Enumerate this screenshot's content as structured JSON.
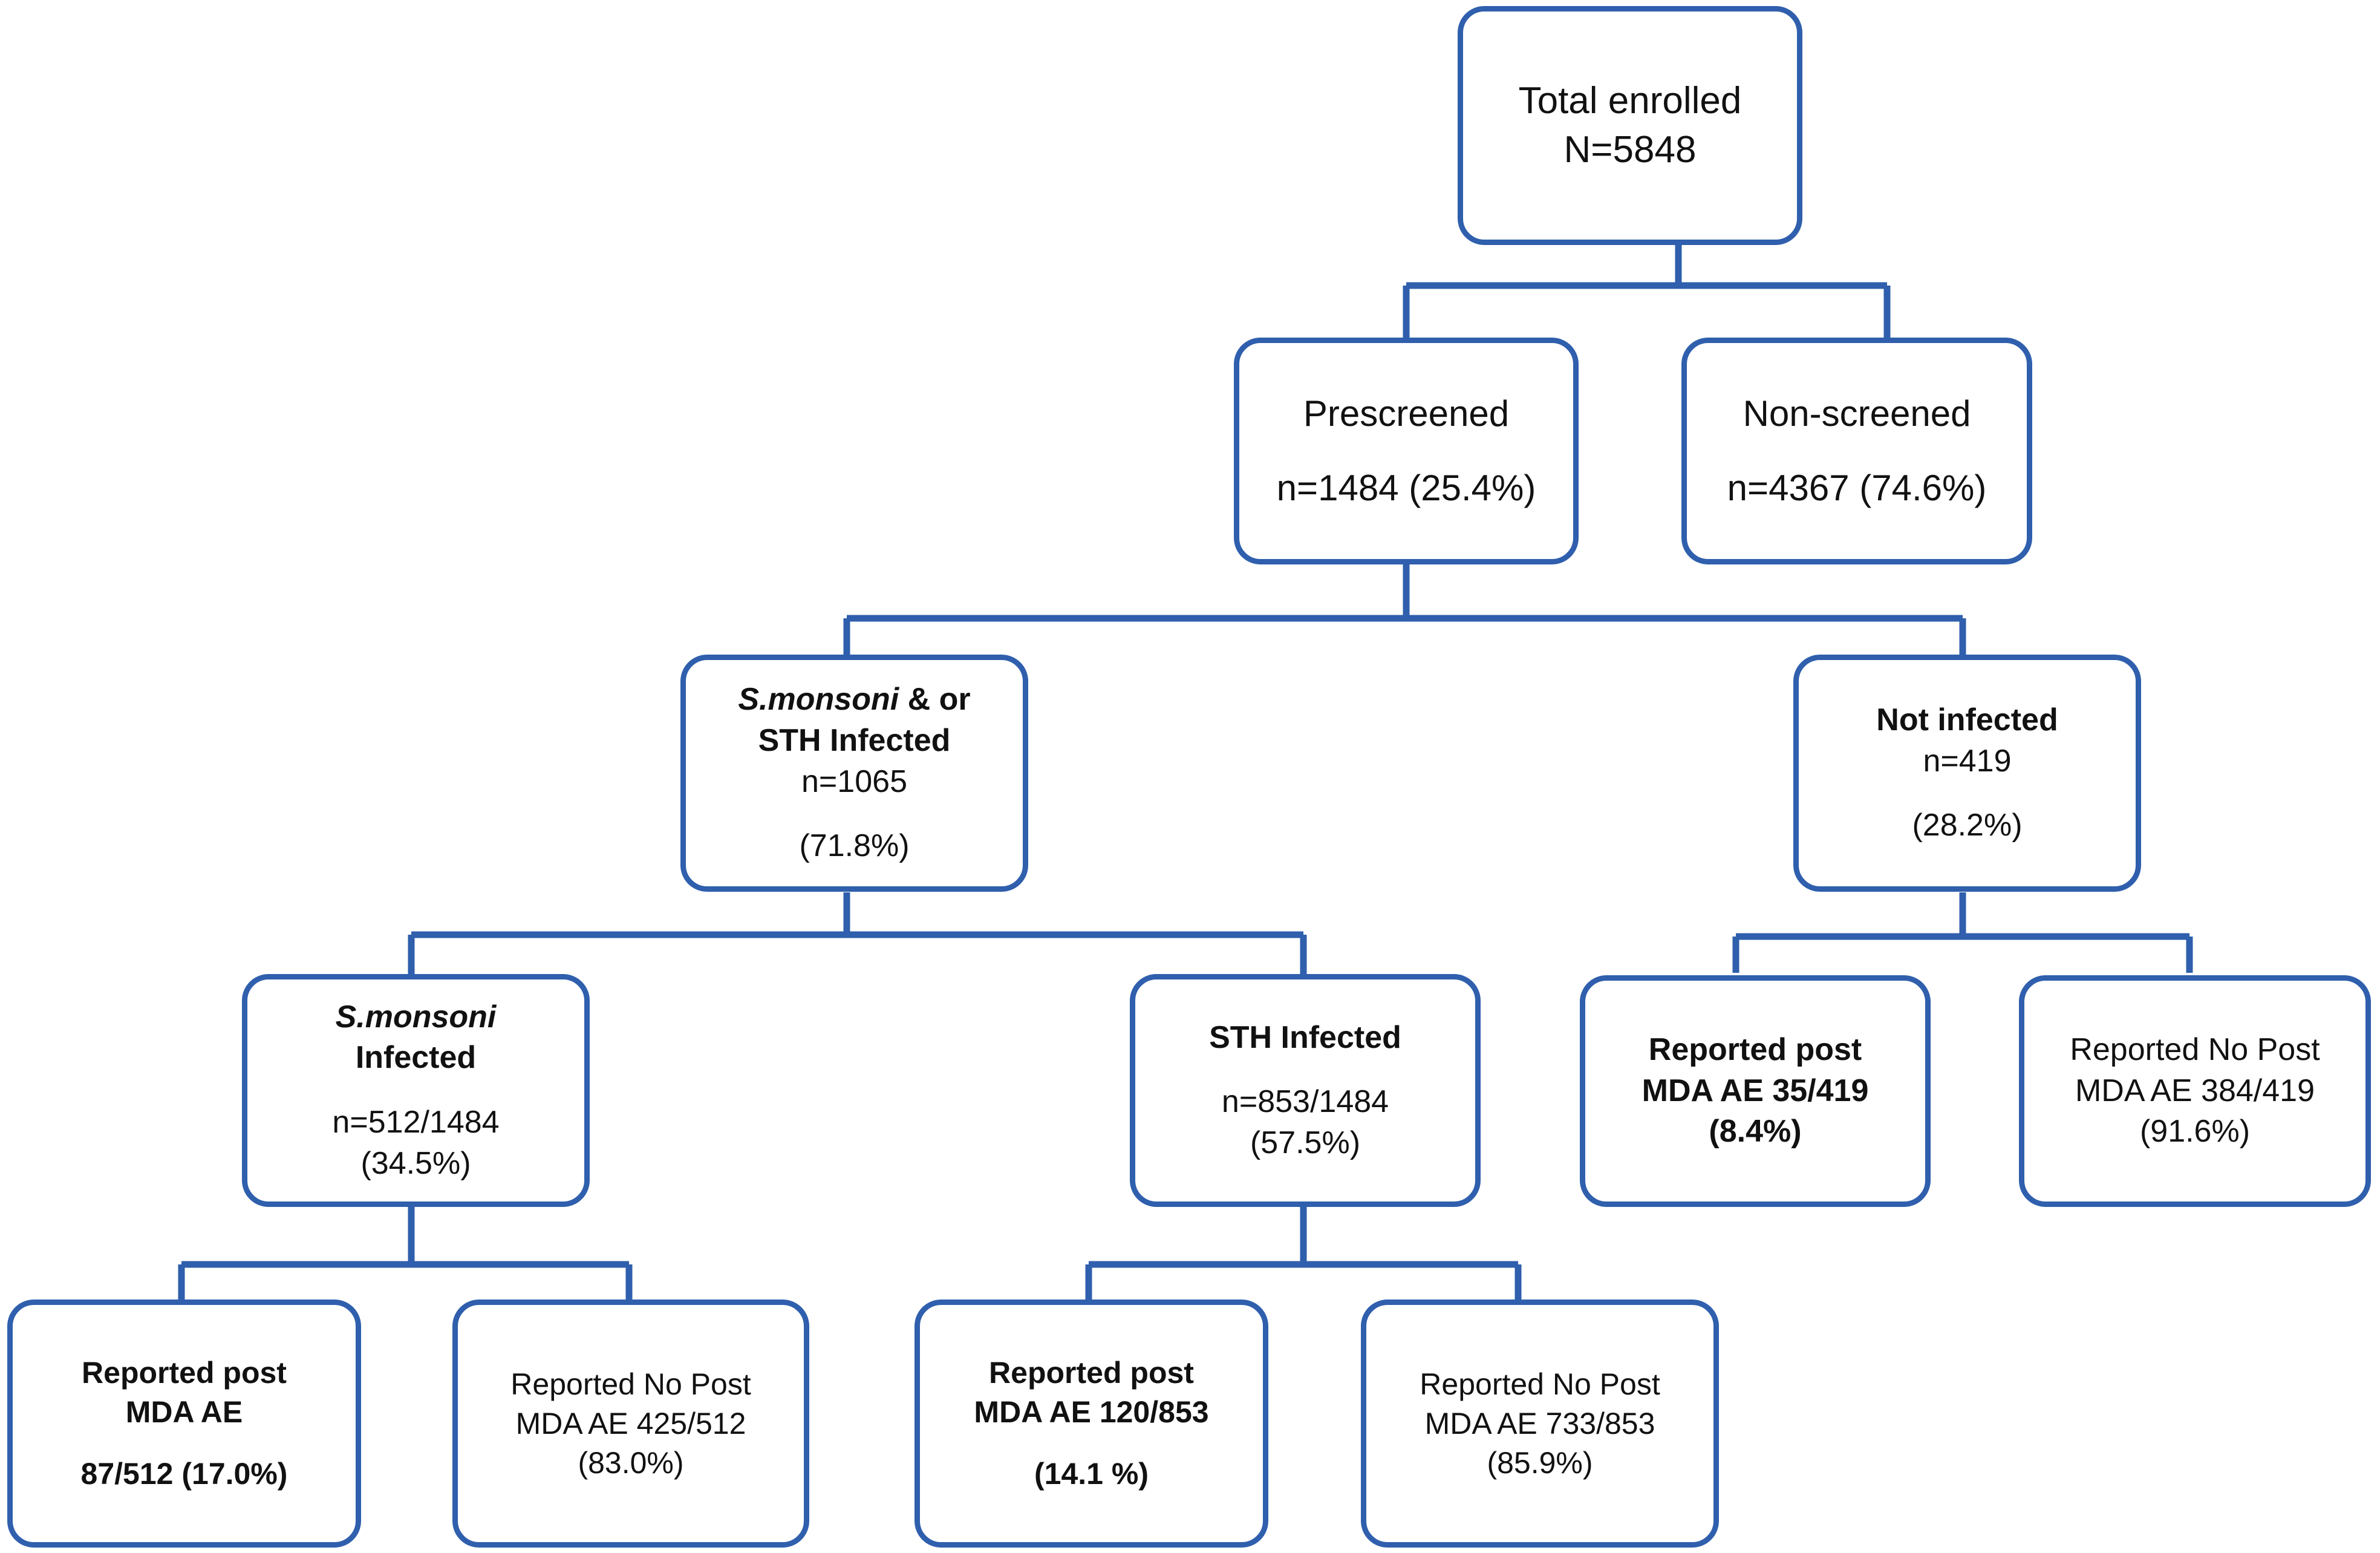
{
  "colors": {
    "box_border": "#2F5FAD",
    "connector": "#2F5FAD",
    "text": "#111111",
    "background": "#FFFFFF"
  },
  "diagram": {
    "type": "study-flow-chart",
    "title": "Participant enrollment and post-MDA adverse event flow"
  },
  "nodes": {
    "total_enrolled": {
      "name": "Total enrolled",
      "lines": [
        {
          "text": "Total enrolled",
          "style": "reg"
        },
        {
          "text": "N=5848",
          "style": "reg"
        }
      ]
    },
    "prescreened": {
      "name": "Prescreened",
      "lines": [
        {
          "text": "Prescreened",
          "style": "reg"
        },
        {
          "text": "n=1484 (25.4%)",
          "style": "reg"
        }
      ]
    },
    "non_screened": {
      "name": "Non-screened",
      "lines": [
        {
          "text": "Non-screened",
          "style": "reg"
        },
        {
          "text": "n=4367 (74.6%)",
          "style": "reg"
        }
      ]
    },
    "sm_or_sth_infected": {
      "name": "S.monsoni & or STH Infected",
      "lines": [
        {
          "text": "S.monsoni",
          "style": "bi",
          "suffix": " & or"
        },
        {
          "text": "STH  Infected",
          "style": "b"
        },
        {
          "text": "n=1065",
          "style": "reg"
        },
        {
          "text": "(71.8%)",
          "style": "reg"
        }
      ]
    },
    "not_infected": {
      "name": "Not infected",
      "lines": [
        {
          "text": "Not infected",
          "style": "b"
        },
        {
          "text": "n=419",
          "style": "reg"
        },
        {
          "text": "(28.2%)",
          "style": "reg"
        }
      ]
    },
    "sm_infected": {
      "name": "S.monsoni Infected",
      "lines": [
        {
          "text": "S.monsoni",
          "style": "bi"
        },
        {
          "text": "Infected",
          "style": "b"
        },
        {
          "text": "n=512/1484",
          "style": "reg"
        },
        {
          "text": "(34.5%)",
          "style": "reg"
        }
      ]
    },
    "sth_infected": {
      "name": "STH Infected",
      "lines": [
        {
          "text": "STH Infected",
          "style": "b"
        },
        {
          "text": "n=853/1484",
          "style": "reg"
        },
        {
          "text": "(57.5%)",
          "style": "reg"
        }
      ]
    },
    "ni_reported_ae": {
      "name": "Not infected - reported post MDA AE",
      "lines": [
        {
          "text": "Reported post",
          "style": "b"
        },
        {
          "text": "MDA AE 35/419",
          "style": "b"
        },
        {
          "text": "(8.4%)",
          "style": "b"
        }
      ]
    },
    "ni_no_ae": {
      "name": "Not infected - reported no post MDA AE",
      "lines": [
        {
          "text": "Reported No Post",
          "style": "reg"
        },
        {
          "text": "MDA AE 384/419",
          "style": "reg"
        },
        {
          "text": "(91.6%)",
          "style": "reg"
        }
      ]
    },
    "sm_reported_ae": {
      "name": "S.monsoni - reported post MDA AE",
      "lines": [
        {
          "text": "Reported post",
          "style": "b"
        },
        {
          "text": "MDA AE",
          "style": "b"
        },
        {
          "text": "",
          "style": "gap"
        },
        {
          "text": "87/512 (17.0%)",
          "style": "b"
        }
      ]
    },
    "sm_no_ae": {
      "name": "S.monsoni - reported no post MDA AE",
      "lines": [
        {
          "text": "Reported No Post",
          "style": "reg"
        },
        {
          "text": "MDA AE 425/512",
          "style": "reg"
        },
        {
          "text": "(83.0%)",
          "style": "reg"
        }
      ]
    },
    "sth_reported_ae": {
      "name": "STH - reported post MDA AE",
      "lines": [
        {
          "text": "Reported post",
          "style": "b"
        },
        {
          "text": "MDA AE 120/853",
          "style": "b"
        },
        {
          "text": "",
          "style": "gap"
        },
        {
          "text": "(14.1 %)",
          "style": "b"
        }
      ]
    },
    "sth_no_ae": {
      "name": "STH - reported no post MDA AE",
      "lines": [
        {
          "text": "Reported No Post",
          "style": "reg"
        },
        {
          "text": "MDA AE 733/853",
          "style": "reg"
        },
        {
          "text": "(85.9%)",
          "style": "reg"
        }
      ]
    }
  },
  "counts": {
    "total_enrolled": 5848,
    "prescreened_n": 1484,
    "prescreened_pct": 25.4,
    "non_screened_n": 4367,
    "non_screened_pct": 74.6,
    "infected_n": 1065,
    "infected_pct": 71.8,
    "not_infected_n": 419,
    "not_infected_pct": 28.2,
    "sm_infected_n": 512,
    "sm_infected_denom": 1484,
    "sm_infected_pct": 34.5,
    "sth_infected_n": 853,
    "sth_infected_denom": 1484,
    "sth_infected_pct": 57.5,
    "ni_ae_n": 35,
    "ni_ae_denom": 419,
    "ni_ae_pct": 8.4,
    "ni_no_ae_n": 384,
    "ni_no_ae_denom": 419,
    "ni_no_ae_pct": 91.6,
    "sm_ae_n": 87,
    "sm_ae_denom": 512,
    "sm_ae_pct": 17.0,
    "sm_no_ae_n": 425,
    "sm_no_ae_denom": 512,
    "sm_no_ae_pct": 83.0,
    "sth_ae_n": 120,
    "sth_ae_denom": 853,
    "sth_ae_pct": 14.1,
    "sth_no_ae_n": 733,
    "sth_no_ae_denom": 853,
    "sth_no_ae_pct": 85.9
  }
}
